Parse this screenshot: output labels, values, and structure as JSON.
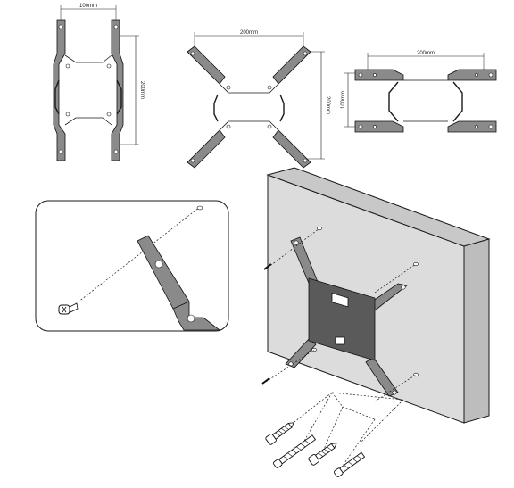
{
  "diagrams": {
    "config_100x200": {
      "width_label": "100mm",
      "height_label": "200mm"
    },
    "config_200x200": {
      "width_label": "200mm",
      "height_label": "200mm"
    },
    "config_200x100": {
      "width_label": "200mm",
      "height_label": "100mm"
    }
  },
  "colors": {
    "line": "#1a1a1a",
    "plate": "#5a5a5a",
    "arm": "#8a8a8a",
    "wall_face": "#dcdcdc",
    "wall_side": "#bdbdbd"
  },
  "icons": [
    "bracket-icon",
    "screw-icon",
    "wall-icon",
    "anchor-icon"
  ]
}
